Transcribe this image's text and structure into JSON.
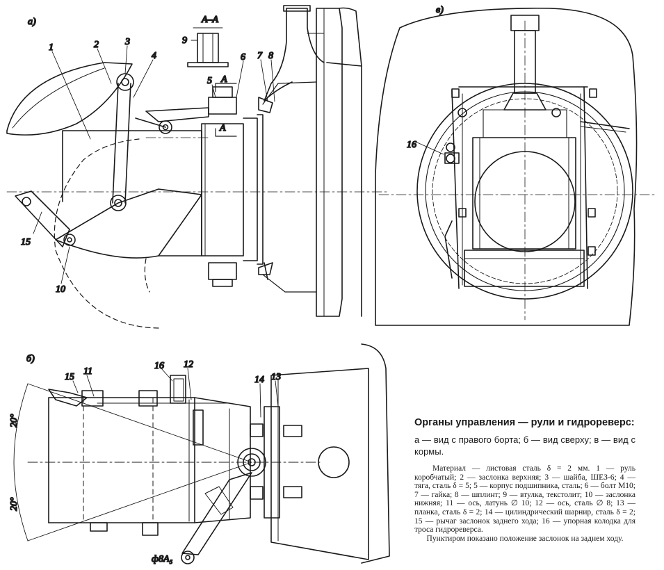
{
  "views": {
    "a": "а)",
    "b": "б)",
    "v": "в)"
  },
  "section_label": "А–А",
  "section_arrow_label": "А",
  "angle_label": "20°",
  "rod_label": "ф8А₅",
  "part_labels": {
    "p1": "1",
    "p2": "2",
    "p3": "3",
    "p4": "4",
    "p5": "5",
    "p6": "6",
    "p7": "7",
    "p8": "8",
    "p9": "9",
    "p10": "10",
    "p11": "11",
    "p12": "12",
    "p13": "13",
    "p14": "14",
    "p15": "15",
    "p16": "16"
  },
  "caption": {
    "title": "Органы управления — рули и гидрореверс:",
    "views": "а — вид с правого борта; б — вид сверху; в — вид с кормы.",
    "legend": "Материал — листовая сталь δ = 2 мм. 1 — руль коробчатый; 2 — заслонка верхняя; 3 — шайба, ШЕЗ-6; 4 — тяга, сталь δ = 5; 5 — корпус подшипника, сталь; 6 — болт М10; 7 — гайка; 8 — шплинт; 9 — втулка, текстолит; 10 — заслонка нижняя; 11 — ось, латунь ∅ 10; 12 — ось, сталь ∅ 8; 13 — планка, сталь δ = 2; 14 — цилиндрический шарнир, сталь δ = 2; 15 — рычаг заслонок заднего хода; 16 — упорная колодка для троса гидрореверса.",
    "note": "Пунктиром показано положение заслонок на заднем ходу."
  }
}
